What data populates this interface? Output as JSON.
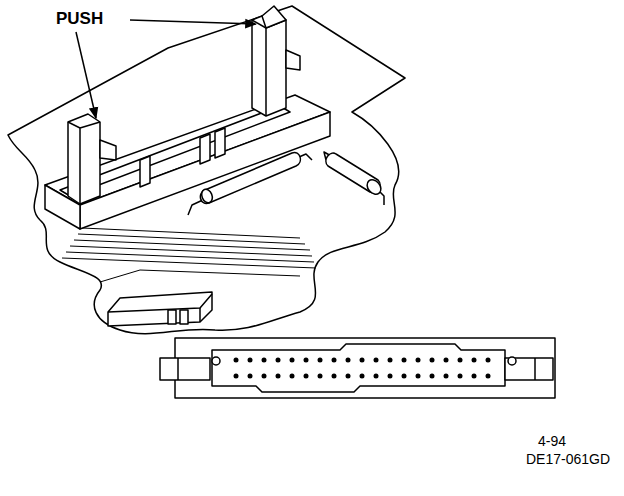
{
  "diagram": {
    "labels": [
      "PUSH",
      "4-94",
      "DE17-061GD"
    ]
  }
}
